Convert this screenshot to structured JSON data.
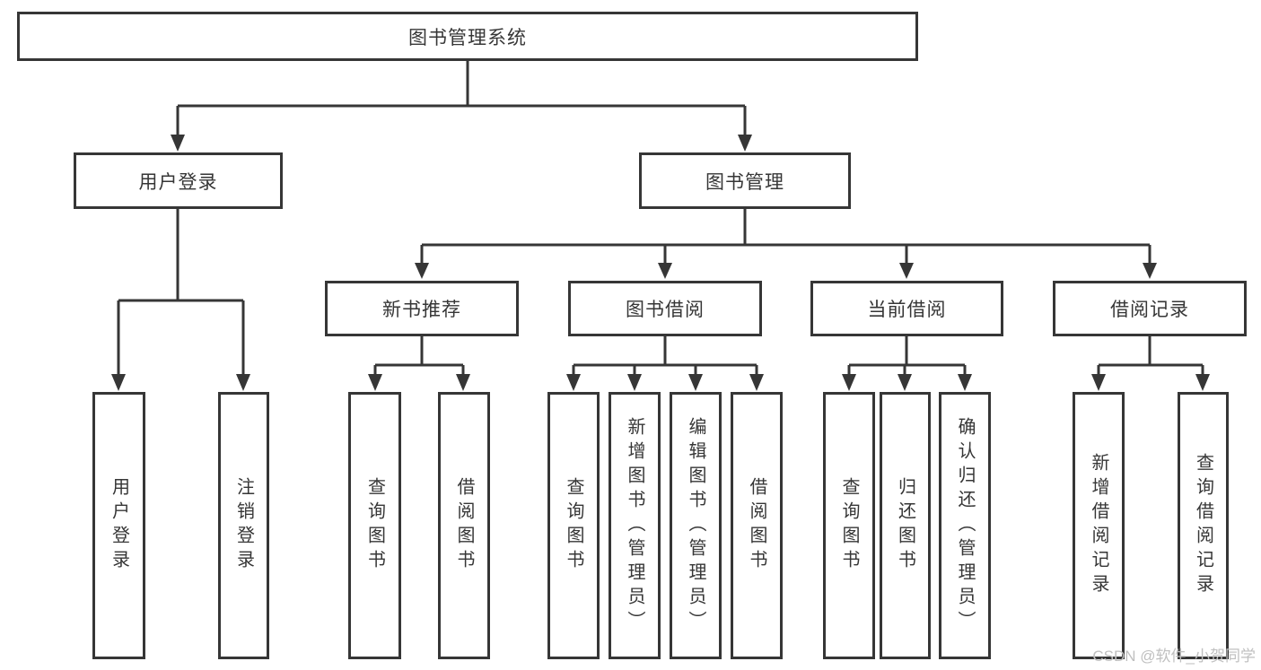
{
  "diagram": {
    "root": {
      "label": "图书管理系统"
    },
    "level2": [
      {
        "label": "用户登录"
      },
      {
        "label": "图书管理"
      }
    ],
    "level3": [
      {
        "label": "新书推荐",
        "parent": "图书管理"
      },
      {
        "label": "图书借阅",
        "parent": "图书管理"
      },
      {
        "label": "当前借阅",
        "parent": "图书管理"
      },
      {
        "label": "借阅记录",
        "parent": "图书管理"
      }
    ],
    "leaves": [
      {
        "label": "用户登录",
        "parent": "用户登录"
      },
      {
        "label": "注销登录",
        "parent": "用户登录"
      },
      {
        "label": "查询图书",
        "parent": "新书推荐"
      },
      {
        "label": "借阅图书",
        "parent": "新书推荐"
      },
      {
        "label": "查询图书",
        "parent": "图书借阅"
      },
      {
        "label": "新增图书（管理员）",
        "parent": "图书借阅"
      },
      {
        "label": "编辑图书（管理员）",
        "parent": "图书借阅"
      },
      {
        "label": "借阅图书",
        "parent": "图书借阅"
      },
      {
        "label": "查询图书",
        "parent": "当前借阅"
      },
      {
        "label": "归还图书",
        "parent": "当前借阅"
      },
      {
        "label": "确认归还（管理员）",
        "parent": "当前借阅"
      },
      {
        "label": "新增借阅记录",
        "parent": "借阅记录"
      },
      {
        "label": "查询借阅记录",
        "parent": "借阅记录"
      }
    ]
  },
  "watermark": {
    "text": "CSDN @软件_小贺同学"
  },
  "theme": {
    "line-color": "#363636",
    "box-fill": "#ffffff",
    "text-color": "#363636",
    "watermark-color": "#c0c0c0",
    "canvas-bg": "#ffffff"
  }
}
